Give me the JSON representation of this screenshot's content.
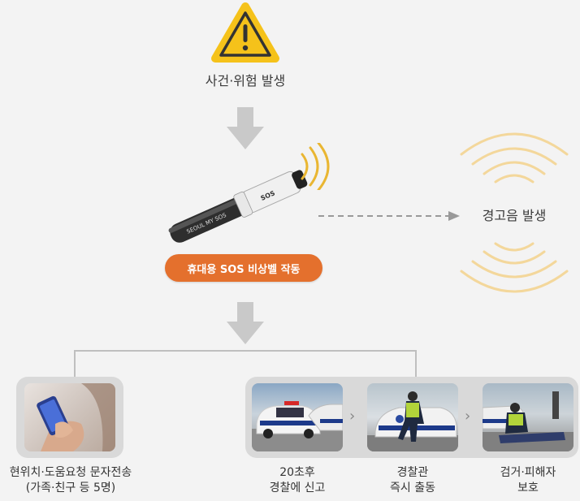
{
  "steps": {
    "incident": "사건·위험 발생",
    "device_action": "휴대용 SOS 비상벨 작동",
    "alarm": "경고음 발생"
  },
  "device": {
    "brand_text": "SEOUL MY SOS",
    "logo_text": "SOS"
  },
  "outcomes": {
    "sms": {
      "line1": "현위치·도움요청 문자전송",
      "line2": "(가족·친구 등 5명)"
    },
    "report": {
      "line1": "20초후",
      "line2": "경찰에 신고"
    },
    "dispatch": {
      "line1": "경찰관",
      "line2": "즉시 출동"
    },
    "arrest": {
      "line1": "검거·피해자",
      "line2": "보호"
    }
  },
  "colors": {
    "warning_yellow": "#f5c21a",
    "badge_orange": "#e4702d",
    "arrow_gray": "#c9c9c9",
    "signal_gold": "#e9b632",
    "connector_gray": "#bfbfbf"
  }
}
